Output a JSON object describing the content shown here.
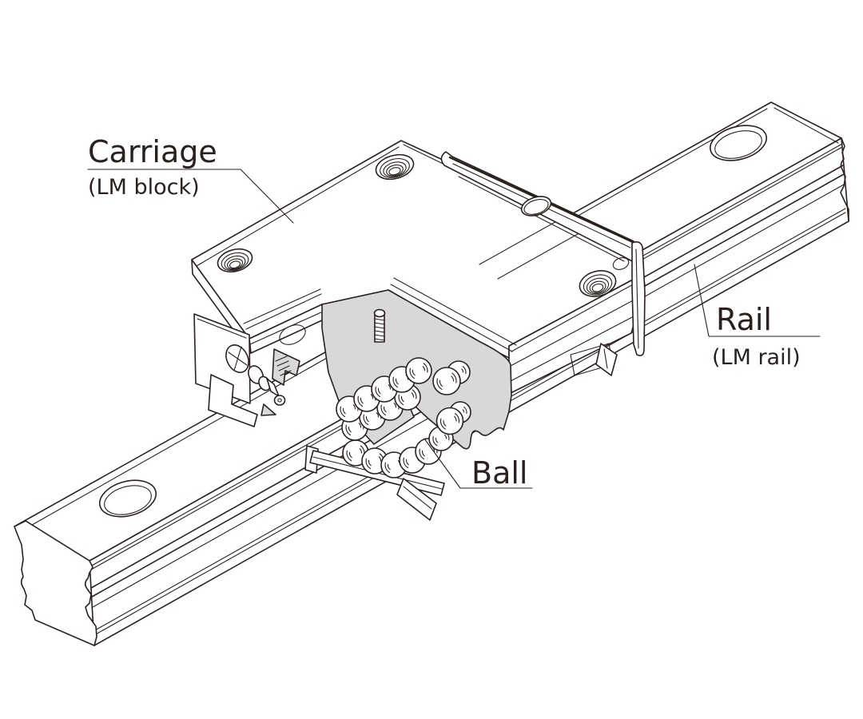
{
  "figure": {
    "type": "technical-cutaway-diagram",
    "subject": "linear motion guide (LM guide) with carriage, rail and recirculating balls",
    "background_color": "#ffffff",
    "line_color": "#2a211e",
    "section_fill_color": "#d7d8d7",
    "labels": {
      "carriage": {
        "title": "Carriage",
        "subtitle": "(LM block)"
      },
      "rail": {
        "title": "Rail",
        "subtitle": "(LM rail)"
      },
      "ball": {
        "title": "Ball"
      }
    }
  }
}
